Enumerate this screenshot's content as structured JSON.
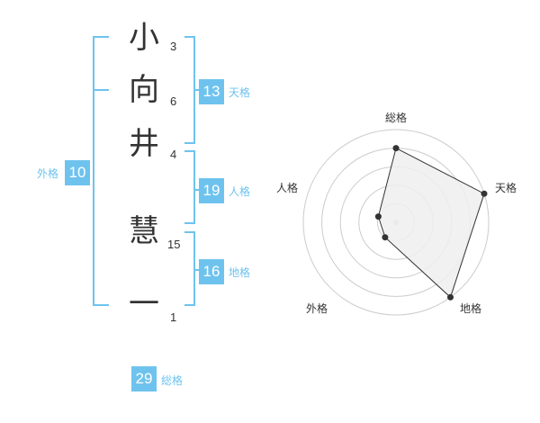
{
  "name": {
    "chars": [
      {
        "char": "小",
        "strokes": "3"
      },
      {
        "char": "向",
        "strokes": "6"
      },
      {
        "char": "井",
        "strokes": "4"
      },
      {
        "char": "慧",
        "strokes": "15"
      },
      {
        "char": "一",
        "strokes": "1"
      }
    ]
  },
  "fortunes": {
    "tenkaku": {
      "label": "天格",
      "value": "13"
    },
    "jinkaku": {
      "label": "人格",
      "value": "19"
    },
    "chikaku": {
      "label": "地格",
      "value": "16"
    },
    "gaikaku": {
      "label": "外格",
      "value": "10"
    },
    "soukaku": {
      "label": "総格",
      "value": "29"
    }
  },
  "colors": {
    "accent": "#6ec3ee",
    "text": "#333333",
    "grid": "#cccccc",
    "fill": "#eeeeee"
  },
  "chart_data": {
    "type": "radar",
    "axes": [
      "総格",
      "天格",
      "地格",
      "外格",
      "人格"
    ],
    "ring_count": 5,
    "values": [
      4,
      5,
      5,
      1,
      1
    ],
    "max": 5
  }
}
